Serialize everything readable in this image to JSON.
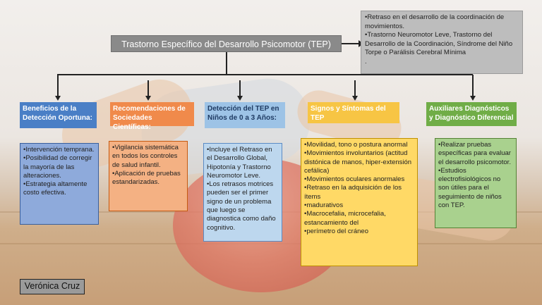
{
  "title": "Trastorno Específico del Desarrollo Psicomotor (TEP)",
  "top_note": [
    "•Retraso en el desarrollo de la coordinación de movimientos.",
    "•Trastorno Neuromotor Leve, Trastorno del Desarrollo de la Coordinación, Síndrome del Niño Torpe o Parálisis Cerebral Mínima",
    "."
  ],
  "columns": [
    {
      "header": "Beneficios de la Detección Oportuna:",
      "color": "#4a7fc6",
      "items": [
        "•Intervención temprana.",
        "•Posibilidad de corregir la mayoría de las alteraciones.",
        "•Estrategia altamente costo efectiva."
      ]
    },
    {
      "header": "Recomendaciones de Sociedades Científicas:",
      "color": "#f08a4b",
      "items": [
        "•Vigilancia sistemática en todos los controles de salud infantil.",
        "•Aplicación de pruebas estandarizadas."
      ]
    },
    {
      "header": "Detección del TEP en Niños de 0 a 3 Años:",
      "color": "#9dc3e6",
      "items": [
        "•Incluye el Retraso en el Desarrollo Global, Hipotonía y Trastorno Neuromotor Leve.",
        "•Los retrasos motrices pueden ser el primer signo de un problema que luego se diagnostica como daño cognitivo."
      ]
    },
    {
      "header": "Signos y Síntomas del TEP",
      "color": "#f7c544",
      "items": [
        "•Movilidad, tono o postura anormal",
        "•Movimientos involuntarios (actitud distónica de manos, hiper-extensión cefálica)",
        "•Movimientos oculares anormales",
        "•Retraso en la adquisición de los ítems",
        "•madurativos",
        "•Macrocefalia, microcefalia, estancamiento del",
        "•perímetro del cráneo"
      ]
    },
    {
      "header": "Auxiliares Diagnósticos y Diagnóstico Diferencial",
      "color": "#70ad47",
      "items": [
        "•Realizar pruebas específicas para evaluar el desarrollo psicomotor.",
        "•Estudios electrofisiológicos no son útiles para el seguimiento de niños con TEP."
      ]
    }
  ],
  "signature": "Verónica Cruz"
}
